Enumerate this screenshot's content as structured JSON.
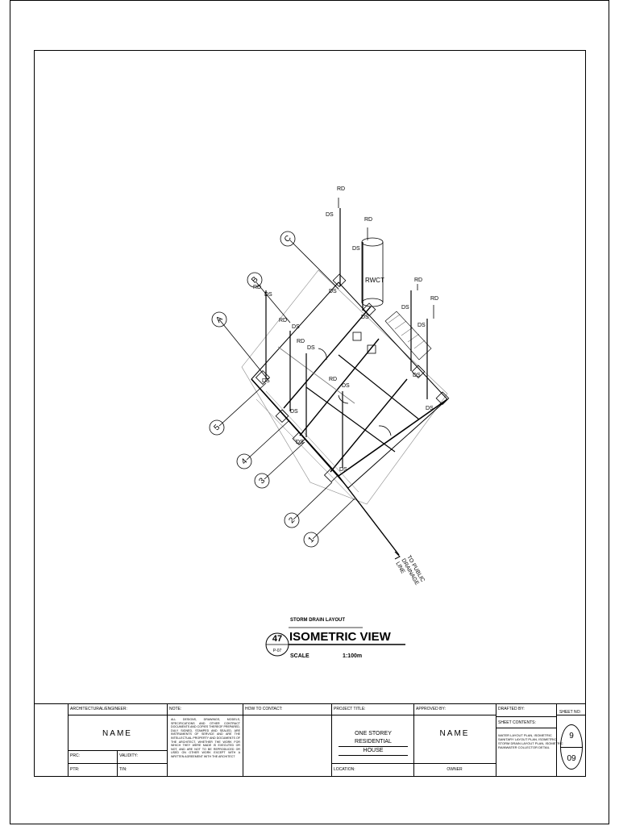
{
  "drawing": {
    "labels": {
      "rd": "RD",
      "ds": "DS",
      "rwct": "RWCT",
      "grid_a": "A",
      "grid_b": "B",
      "grid_c": "C",
      "grid_1": "1",
      "grid_2": "2",
      "grid_3": "3",
      "grid_4": "4",
      "grid_5": "5",
      "outlet_line1": "TO PUBLIC",
      "outlet_line2": "DRAINAGE",
      "outlet_line3": "LINE"
    }
  },
  "view_title": {
    "subtitle": "STORM DRAIN LAYOUT",
    "title": "ISOMETRIC VIEW",
    "number": "47",
    "sheet_ref": "P-07",
    "scale_label": "SCALE",
    "scale_value": "1:100m"
  },
  "title_block": {
    "architect_label": "ARCHITECTURAL/ENGINEER:",
    "architect_name": "NAME",
    "prc_label": "PRC:",
    "validity_label": "VALIDITY:",
    "ptr_label": "PTR:",
    "tin_label": "TIN:",
    "note_label": "NOTE:",
    "note_text": "ALL DESIGNS, DRAWINGS, MODELS, SPECIFICATIONS AND OTHER CONTRACT DOCUMENTS AND COPIES THEREOF PREPARED, DULY SIGNED, STAMPED AND SEALED, ARE INSTRUMENTS OF SERVICE AND ARE THE INTELLECTUAL PROPERTY AND DOCUMENTS OF THE ARCHITECT, WHETHER THE WORK FOR WHICH THEY WERE MADE IS EXECUTED OR NOT, AND ARE NOT TO BE REPRODUCED OR USED ON OTHER WORK EXCEPT WITH A WRITTEN AGREEMENT WITH THE ARCHITECT",
    "contact_label": "HOW TO CONTACT:",
    "project_title_label": "PROJECT TITLE:",
    "project_title_line1": "ONE STOREY RESIDENTIAL",
    "project_title_line2": "HOUSE",
    "location_label": "LOCATION:",
    "approved_label": "APPROVED BY:",
    "approved_name": "NAME",
    "owner_label": "OWNER",
    "drafted_label": "DRAFTED BY:",
    "sheet_contents_label": "SHEET CONTENTS:",
    "sheet_contents": [
      "WATER LAYOUT PLAN, ISOMETRIC",
      "SANITARY LAYOUT PLAN, ISOMETRIC",
      "STORM DRAIN LAYOUT PLAN, ISOMETRIC",
      "RAINWATER COLLECTOR DETAIL"
    ],
    "sheet_no_label": "SHEET NO:",
    "sheet_no": "9",
    "sheet_total": "09"
  }
}
